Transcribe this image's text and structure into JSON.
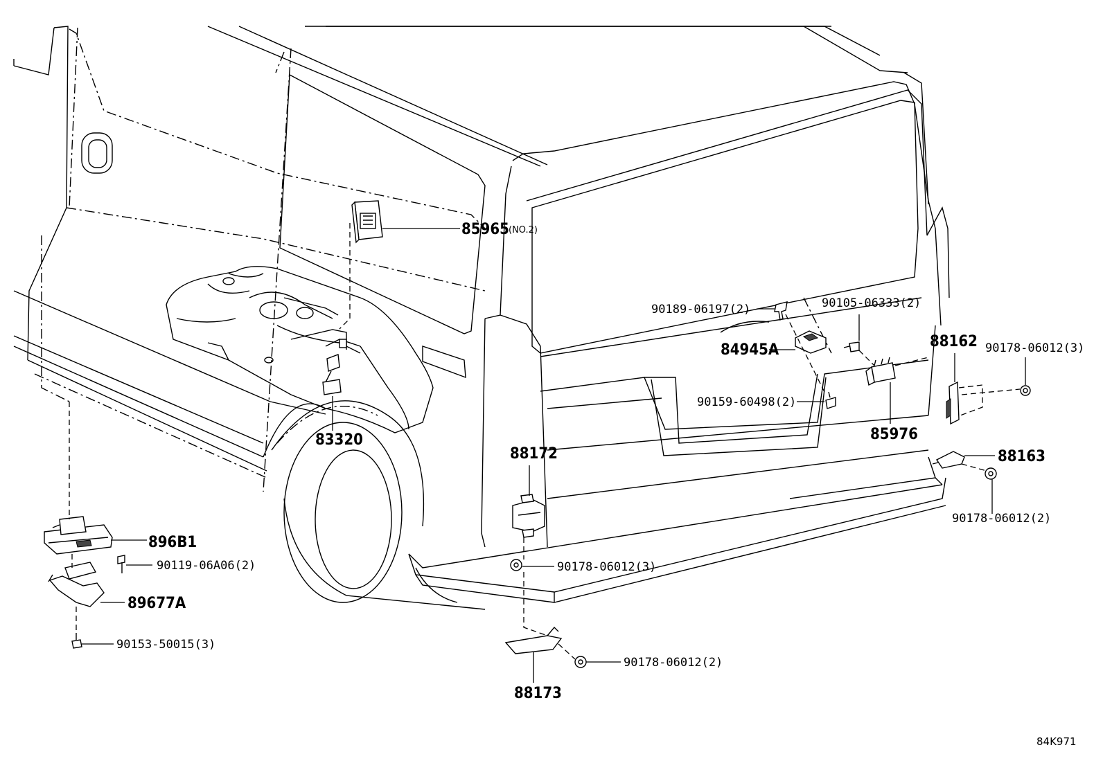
{
  "callouts": {
    "c85965": "85965",
    "c85965_note": "(NO.2)",
    "c83320": "83320",
    "c90189": "90189-06197(2)",
    "c90105": "90105-06333(2)",
    "c84945A": "84945A",
    "c90159": "90159-60498(2)",
    "c88162": "88162",
    "c90178a": "90178-06012(3)",
    "c85976": "85976",
    "c88163": "88163",
    "c90178b": "90178-06012(2)",
    "c88172": "88172",
    "c90178c": "90178-06012(3)",
    "c896B1": "896B1",
    "c90119": "90119-06A06(2)",
    "c89677A": "89677A",
    "c90153": "90153-50015(3)",
    "c88173": "88173",
    "c90178d": "90178-06012(2)"
  },
  "diagram_code": "84K971"
}
